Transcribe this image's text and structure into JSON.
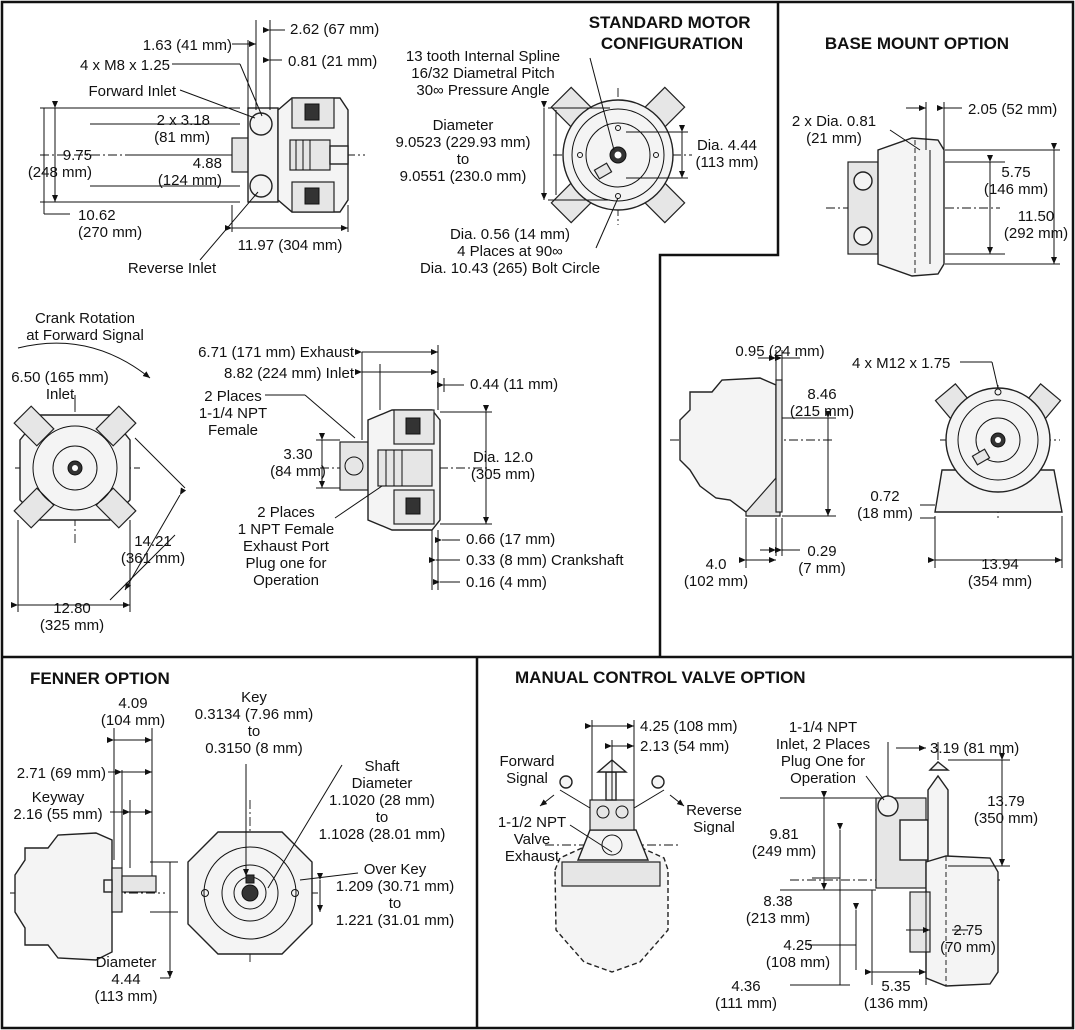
{
  "sections": {
    "standard": {
      "title": [
        "STANDARD MOTOR",
        "CONFIGURATION"
      ],
      "side_dims": [
        [
          "2.62 (67 mm)"
        ],
        [
          "1.63 (41 mm)"
        ],
        [
          "4 x M8 x 1.25"
        ],
        [
          "0.81 (21 mm)"
        ],
        [
          "Forward Inlet"
        ],
        [
          "2 x 3.18",
          "(81 mm)"
        ],
        [
          "9.75",
          "(248 mm)"
        ],
        [
          "4.88",
          "(124 mm)"
        ],
        [
          "10.62",
          "(270 mm)"
        ],
        [
          "11.97 (304 mm)"
        ],
        [
          "Reverse Inlet"
        ]
      ],
      "front_dims": [
        [
          "13 tooth Internal Spline",
          "16/32 Diametral Pitch",
          "30∞ Pressure Angle"
        ],
        [
          "Diameter",
          "9.0523 (229.93 mm)",
          "to",
          "9.0551 (230.0 mm)"
        ],
        [
          "Dia. 4.44",
          "(113 mm)"
        ],
        [
          "Dia. 0.56 (14 mm)",
          "4 Places at 90∞",
          "Dia. 10.43 (265) Bolt Circle"
        ]
      ],
      "mid_dims": [
        [
          "Crank Rotation",
          "at Forward Signal"
        ],
        [
          "6.50 (165 mm)",
          "Inlet"
        ],
        [
          "14.21",
          "(361 mm)"
        ],
        [
          "12.80",
          "(325 mm)"
        ],
        [
          "6.71 (171 mm) Exhaust"
        ],
        [
          "8.82 (224 mm) Inlet"
        ],
        [
          "0.44 (11 mm)"
        ],
        [
          "2 Places",
          "1-1/4 NPT",
          "Female"
        ],
        [
          "3.30",
          "(84 mm)"
        ],
        [
          "Dia. 12.0",
          "(305 mm)"
        ],
        [
          "2 Places",
          "1 NPT Female",
          "Exhaust Port",
          "Plug one for",
          "Operation"
        ],
        [
          "0.66 (17 mm)"
        ],
        [
          "0.33 (8 mm) Crankshaft"
        ],
        [
          "0.16 (4 mm)"
        ]
      ]
    },
    "base": {
      "title": "BASE MOUNT OPTION",
      "dims": [
        [
          "2 x Dia. 0.81",
          "(21 mm)"
        ],
        [
          "2.05 (52 mm)"
        ],
        [
          "5.75",
          "(146 mm)"
        ],
        [
          "11.50",
          "(292 mm)"
        ],
        [
          "0.95 (24 mm)"
        ],
        [
          "4 x M12 x 1.75"
        ],
        [
          "8.46",
          "(215 mm)"
        ],
        [
          "0.72",
          "(18 mm)"
        ],
        [
          "4.0",
          "(102 mm)"
        ],
        [
          "0.29",
          "(7 mm)"
        ],
        [
          "13.94",
          "(354 mm)"
        ]
      ]
    },
    "fenner": {
      "title": "FENNER OPTION",
      "dims": [
        [
          "4.09",
          "(104 mm)"
        ],
        [
          "Key",
          "0.3134 (7.96 mm)",
          "to",
          "0.3150 (8 mm)"
        ],
        [
          "2.71 (69 mm)"
        ],
        [
          "Keyway",
          "2.16 (55 mm)"
        ],
        [
          "Shaft",
          "Diameter",
          "1.1020 (28 mm)",
          "to",
          "1.1028 (28.01 mm)"
        ],
        [
          "Over Key",
          "1.209 (30.71 mm)",
          "to",
          "1.221 (31.01 mm)"
        ],
        [
          "Diameter",
          "4.44",
          "(113 mm)"
        ]
      ]
    },
    "manual": {
      "title": "MANUAL CONTROL VALVE OPTION",
      "dims": [
        [
          "4.25 (108 mm)"
        ],
        [
          "2.13 (54 mm)"
        ],
        [
          "Forward",
          "Signal"
        ],
        [
          "Reverse",
          "Signal"
        ],
        [
          "1-1/2 NPT",
          "Valve",
          "Exhaust"
        ],
        [
          "1-1/4 NPT",
          "Inlet, 2 Places",
          "Plug One for",
          "Operation"
        ],
        [
          "3.19 (81 mm)"
        ],
        [
          "13.79",
          "(350 mm)"
        ],
        [
          "9.81",
          "(249 mm)"
        ],
        [
          "8.38",
          "(213 mm)"
        ],
        [
          "4.25",
          "(108 mm)"
        ],
        [
          "2.75",
          "(70 mm)"
        ],
        [
          "4.36",
          "(111 mm)"
        ],
        [
          "5.35",
          "(136 mm)"
        ]
      ]
    }
  }
}
